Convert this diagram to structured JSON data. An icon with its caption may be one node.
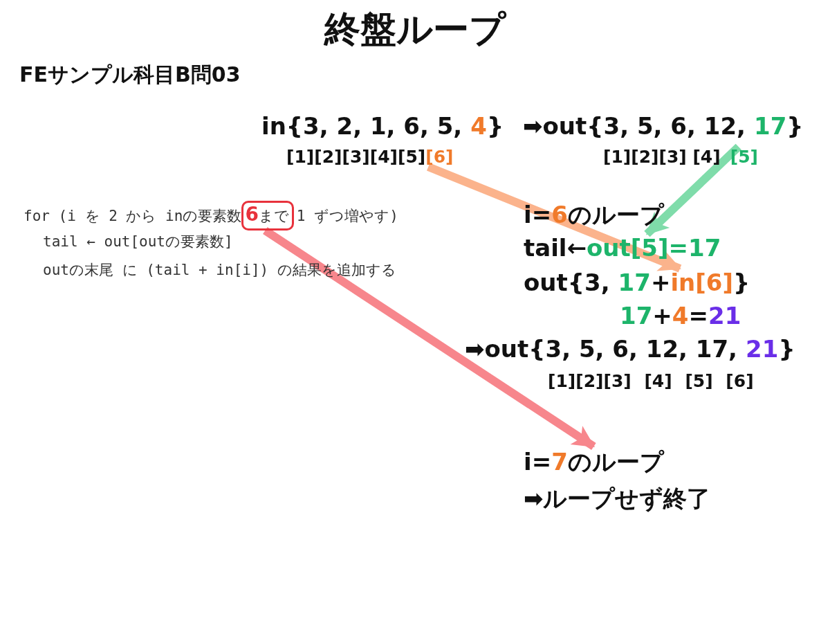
{
  "diagram": {
    "title": "終盤ループ",
    "nodes": [
      {
        "text": [
          "6",
          "まで"
        ]
      },
      {
        "text": [
          "[6]"
        ]
      },
      {
        "text": [
          "in[6]"
        ]
      },
      {
        "text": [
          "[5]"
        ]
      },
      {
        "text": [
          "out[5]=17"
        ]
      },
      {
        "text": [
          "i=",
          "7",
          "のループ"
        ]
      }
    ],
    "edges": [
      {
        "from": 1,
        "to": 2,
        "arrow": "to",
        "color": "#fbb38c"
      },
      {
        "from": 3,
        "to": 4,
        "arrow": "to",
        "color": "#7fdcaa"
      },
      {
        "from": 0,
        "to": 5,
        "arrow": "to",
        "color": "#f7868c"
      }
    ],
    "labels": [
      "FEサンプル科目B問03",
      "in{3, 2, 1, 6, 5,",
      "4",
      "}",
      "➡out{3, 5, 6, 12,",
      "17",
      "}",
      "[1][2][3][4][5]",
      "[1][2][3] [4]",
      "for (i を 2 から inの要素数",
      "1 ずつ増やす)",
      "i=",
      "6",
      "のループ",
      "tail ← out[outの要素数]",
      "tail←",
      "outの末尾 に (tail + in[i]) の結果を追加する",
      "out{3,",
      "17",
      "+",
      "}",
      "17",
      "+",
      "4",
      "=",
      "21",
      "➡out{3, 5, 6, 12, 17,",
      "21",
      "}",
      "[1][2][3] [4] [5] [6]",
      "➡ループせず終了"
    ]
  }
}
